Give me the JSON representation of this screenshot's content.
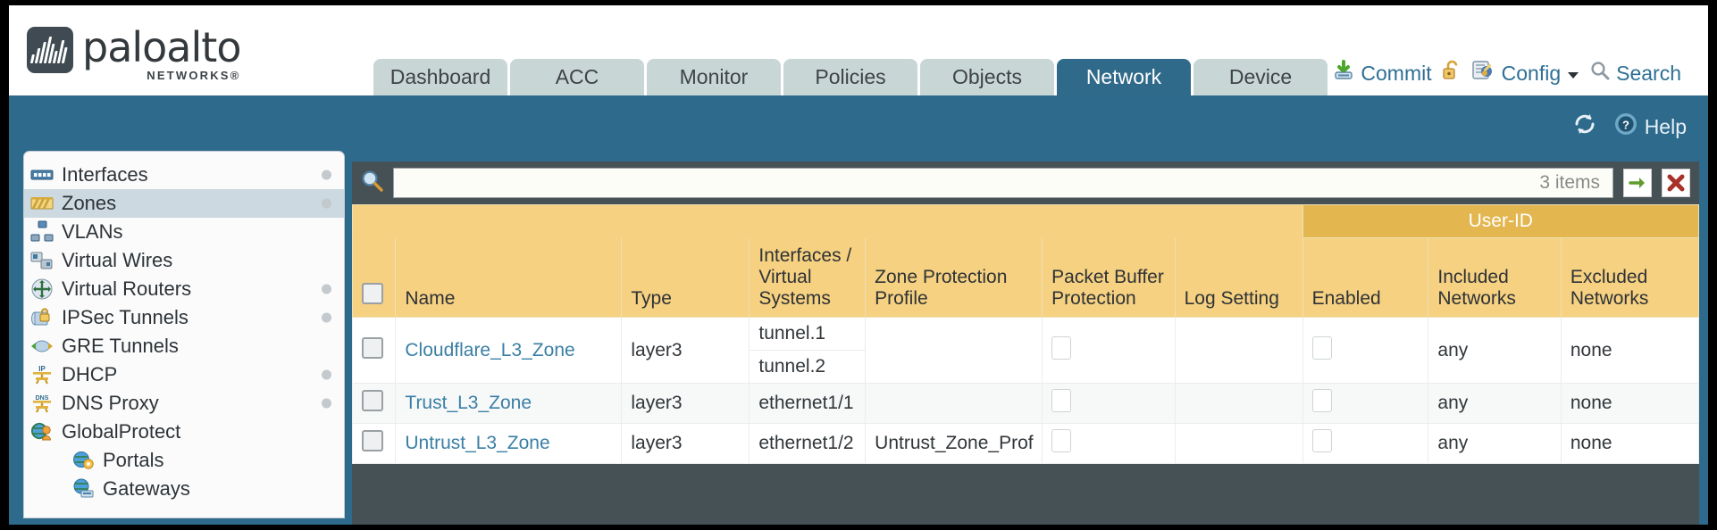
{
  "brand": {
    "word": "paloalto",
    "sub": "NETWORKS®"
  },
  "tabs": [
    {
      "label": "Dashboard",
      "active": false
    },
    {
      "label": "ACC",
      "active": false
    },
    {
      "label": "Monitor",
      "active": false
    },
    {
      "label": "Policies",
      "active": false
    },
    {
      "label": "Objects",
      "active": false
    },
    {
      "label": "Network",
      "active": true
    },
    {
      "label": "Device",
      "active": false
    }
  ],
  "top_actions": {
    "commit": "Commit",
    "config": "Config",
    "search": "Search"
  },
  "band_actions": {
    "help": "Help"
  },
  "sidebar": {
    "items": [
      {
        "label": "Interfaces",
        "icon": "interfaces-icon",
        "selected": false,
        "dot": true,
        "child": false,
        "expander": false
      },
      {
        "label": "Zones",
        "icon": "zones-icon",
        "selected": true,
        "dot": true,
        "child": false,
        "expander": false
      },
      {
        "label": "VLANs",
        "icon": "vlans-icon",
        "selected": false,
        "dot": false,
        "child": false,
        "expander": false
      },
      {
        "label": "Virtual Wires",
        "icon": "virtual-wires-icon",
        "selected": false,
        "dot": false,
        "child": false,
        "expander": false
      },
      {
        "label": "Virtual Routers",
        "icon": "virtual-routers-icon",
        "selected": false,
        "dot": true,
        "child": false,
        "expander": false
      },
      {
        "label": "IPSec Tunnels",
        "icon": "ipsec-tunnels-icon",
        "selected": false,
        "dot": true,
        "child": false,
        "expander": false
      },
      {
        "label": "GRE Tunnels",
        "icon": "gre-tunnels-icon",
        "selected": false,
        "dot": false,
        "child": false,
        "expander": false
      },
      {
        "label": "DHCP",
        "icon": "dhcp-icon",
        "selected": false,
        "dot": true,
        "child": false,
        "expander": false
      },
      {
        "label": "DNS Proxy",
        "icon": "dns-proxy-icon",
        "selected": false,
        "dot": true,
        "child": false,
        "expander": false
      },
      {
        "label": "GlobalProtect",
        "icon": "globalprotect-icon",
        "selected": false,
        "dot": false,
        "child": false,
        "expander": true
      },
      {
        "label": "Portals",
        "icon": "portals-icon",
        "selected": false,
        "dot": false,
        "child": true,
        "expander": false
      },
      {
        "label": "Gateways",
        "icon": "gateways-icon",
        "selected": false,
        "dot": false,
        "child": true,
        "expander": false
      }
    ]
  },
  "search": {
    "value": "",
    "placeholder": "",
    "items_count": "3 items"
  },
  "table": {
    "group_header": "User-ID",
    "columns": [
      "Name",
      "Type",
      "Interfaces / Virtual Systems",
      "Zone Protection Profile",
      "Packet Buffer Protection",
      "Log Setting",
      "Enabled",
      "Included Networks",
      "Excluded Networks"
    ],
    "rows": [
      {
        "name": "Cloudflare_L3_Zone",
        "type": "layer3",
        "interfaces": [
          "tunnel.1",
          "tunnel.2"
        ],
        "zone_protection_profile": "",
        "packet_buffer_protection": false,
        "log_setting": "",
        "userid_enabled": false,
        "included_networks": "any",
        "excluded_networks": "none"
      },
      {
        "name": "Trust_L3_Zone",
        "type": "layer3",
        "interfaces": [
          "ethernet1/1"
        ],
        "zone_protection_profile": "",
        "packet_buffer_protection": false,
        "log_setting": "",
        "userid_enabled": false,
        "included_networks": "any",
        "excluded_networks": "none"
      },
      {
        "name": "Untrust_L3_Zone",
        "type": "layer3",
        "interfaces": [
          "ethernet1/2"
        ],
        "zone_protection_profile": "Untrust_Zone_Prof",
        "packet_buffer_protection": false,
        "log_setting": "",
        "userid_enabled": false,
        "included_networks": "any",
        "excluded_networks": "none"
      }
    ]
  },
  "colors": {
    "brand_blue": "#2e6a8c",
    "tab_active": "#306a8a",
    "tab_inactive": "#c9d6d6",
    "table_header": "#f5d181",
    "table_group_header": "#e3b64f",
    "link": "#3a7fa5"
  }
}
